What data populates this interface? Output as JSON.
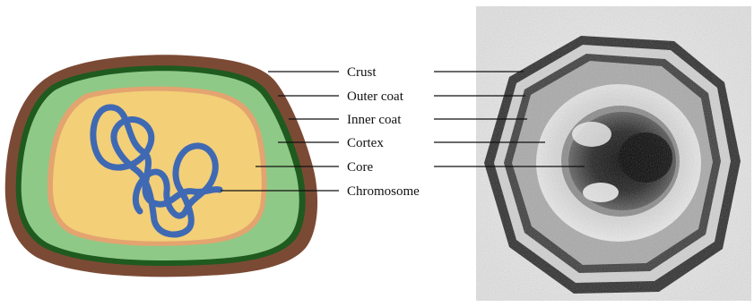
{
  "labels": {
    "crust": "Crust",
    "outer_coat": "Outer coat",
    "inner_coat": "Inner coat",
    "cortex": "Cortex",
    "core": "Core",
    "chromosome": "Chromosome"
  },
  "colors": {
    "crust": "#7b4a35",
    "outer_coat": "#1f5a1f",
    "cortex": "#8fc987",
    "inner_membrane": "#e3a470",
    "core": "#f3cf78",
    "chromosome": "#3f69b3",
    "leader": "#111111"
  }
}
